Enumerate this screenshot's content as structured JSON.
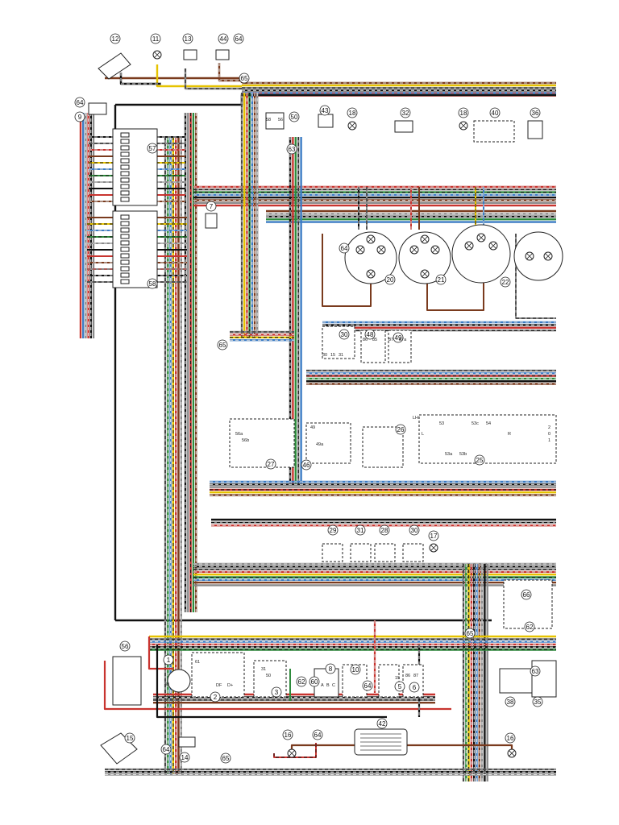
{
  "diagram": {
    "wire_colors": {
      "black": "#111111",
      "red": "#c8342f",
      "brown": "#7a3b1e",
      "yellow": "#e6c300",
      "blue": "#3c7cc4",
      "green": "#2e8b3c",
      "grey": "#8a8a8a",
      "white": "#dcdcdc"
    },
    "component_refs": {
      "r12": "12",
      "r11": "11",
      "r13": "13",
      "r44": "44",
      "r64a": "64",
      "r65a": "65",
      "r64b": "64",
      "r9": "9",
      "r50": "50",
      "r43": "43",
      "r18a": "18",
      "r32": "32",
      "r18b": "18",
      "r40": "40",
      "r36": "36",
      "r63a": "63",
      "r57": "57",
      "r7": "7",
      "r64c": "64",
      "r20": "20",
      "r21": "21",
      "r22": "22",
      "r58": "58",
      "r65b": "65",
      "r30a": "30",
      "r48": "48",
      "r49": "49",
      "r26": "26",
      "r27": "27",
      "r46": "46",
      "r25": "25",
      "r29": "29",
      "r31": "31",
      "r28": "28",
      "r30b": "30",
      "r17": "17",
      "r66": "66",
      "r62a": "62",
      "r56": "56",
      "r1": "1",
      "r2": "2",
      "r3": "3",
      "r62b": "62",
      "r60": "60",
      "r8": "8",
      "r10": "10",
      "r64d": "64",
      "r5": "5",
      "r6": "6",
      "r65c": "65",
      "r63b": "63",
      "r38": "38",
      "r35": "35",
      "r15": "15",
      "r14": "14",
      "r64e": "64",
      "r65d": "65",
      "r16a": "16",
      "r64f": "64",
      "r42": "42",
      "r16b": "16"
    },
    "terminal_labels": {
      "t58": "58",
      "t56": "56",
      "t56a": "56a",
      "t56b": "56b",
      "t49": "49",
      "t49a": "49a",
      "t30": "30",
      "t15": "15",
      "t31": "31",
      "t53": "53",
      "t53a": "53a",
      "t53b": "53b",
      "t53c": "53c",
      "t54": "54",
      "t86": "86",
      "t85": "85",
      "t87": "87",
      "t87a": "87a",
      "t61": "61",
      "t_DF": "DF",
      "t_D": "D+",
      "tR": "R",
      "tL": "L",
      "tLH": "LH",
      "t_0": "0",
      "t_1": "1",
      "t_2": "2",
      "t_15b": "15",
      "tA": "A",
      "tB": "B",
      "tC": "C",
      "t_30b": "30",
      "t_31b": "31",
      "t_50": "50",
      "t_86b": "86",
      "t_87b": "87"
    }
  }
}
